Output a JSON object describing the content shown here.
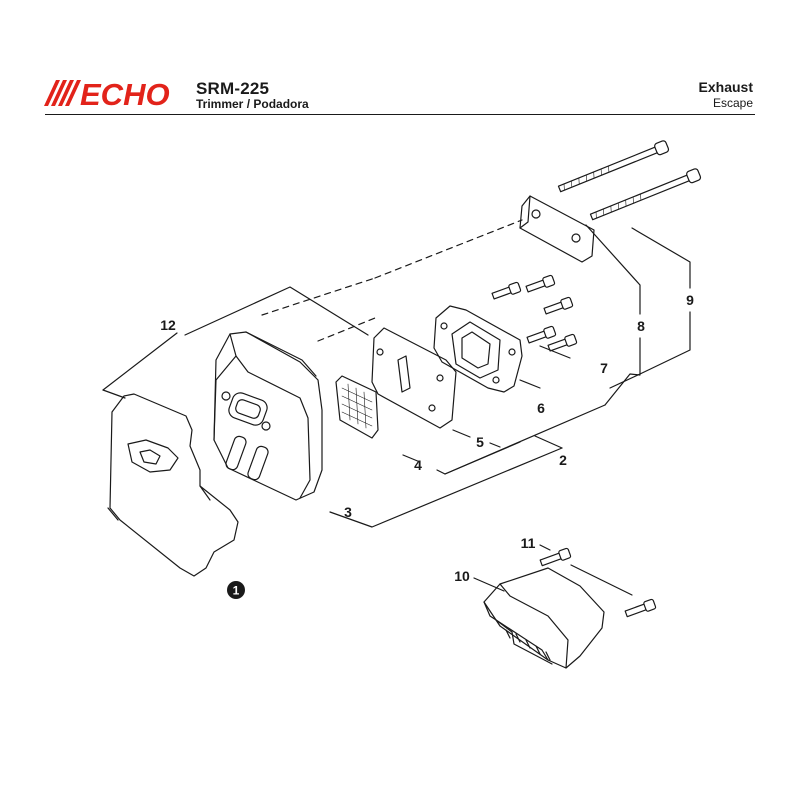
{
  "header": {
    "brand": "ECHO",
    "model": "SRM-225",
    "subtitle": "Trimmer / Podadora",
    "section_en": "Exhaust",
    "section_es": "Escape"
  },
  "colors": {
    "brand_red": "#e2231a",
    "ink": "#1a1a1a"
  },
  "callouts": {
    "p1": "1",
    "p2": "2",
    "p3": "3",
    "p4": "4",
    "p5": "5",
    "p6": "6",
    "p7": "7",
    "p8": "8",
    "p9": "9",
    "p10": "10",
    "p11": "11",
    "p12": "12"
  }
}
